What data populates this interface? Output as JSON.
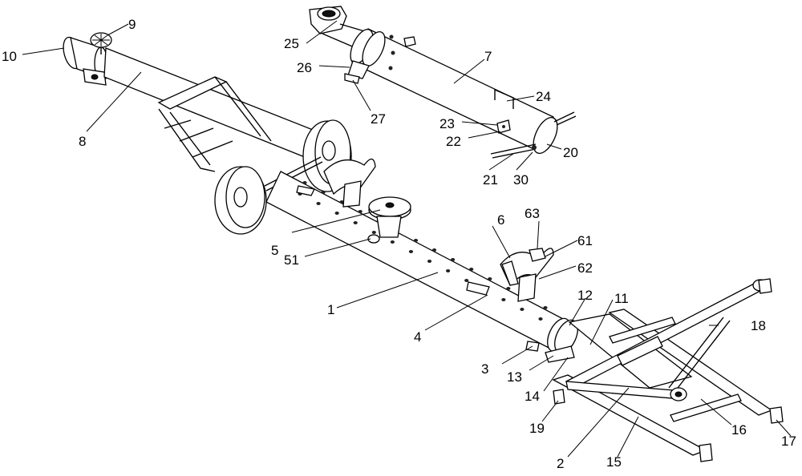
{
  "figure": {
    "kind": "patent mechanical line drawing",
    "callout_labels": [
      {
        "id": "l1",
        "text": "1"
      },
      {
        "id": "l2",
        "text": "2"
      },
      {
        "id": "l3",
        "text": "3"
      },
      {
        "id": "l4",
        "text": "4"
      },
      {
        "id": "l5",
        "text": "5"
      },
      {
        "id": "l51",
        "text": "51"
      },
      {
        "id": "l6",
        "text": "6"
      },
      {
        "id": "l61",
        "text": "61"
      },
      {
        "id": "l62",
        "text": "62"
      },
      {
        "id": "l63",
        "text": "63"
      },
      {
        "id": "l7",
        "text": "7"
      },
      {
        "id": "l8",
        "text": "8"
      },
      {
        "id": "l9",
        "text": "9"
      },
      {
        "id": "l10",
        "text": "10"
      },
      {
        "id": "l11",
        "text": "11"
      },
      {
        "id": "l12",
        "text": "12"
      },
      {
        "id": "l13",
        "text": "13"
      },
      {
        "id": "l14",
        "text": "14"
      },
      {
        "id": "l15",
        "text": "15"
      },
      {
        "id": "l16",
        "text": "16"
      },
      {
        "id": "l17",
        "text": "17"
      },
      {
        "id": "l18",
        "text": "18"
      },
      {
        "id": "l19",
        "text": "19"
      },
      {
        "id": "l20",
        "text": "20"
      },
      {
        "id": "l21",
        "text": "21"
      },
      {
        "id": "l22",
        "text": "22"
      },
      {
        "id": "l23",
        "text": "23"
      },
      {
        "id": "l24",
        "text": "24"
      },
      {
        "id": "l25",
        "text": "25"
      },
      {
        "id": "l26",
        "text": "26"
      },
      {
        "id": "l27",
        "text": "27"
      },
      {
        "id": "l30",
        "text": "30"
      }
    ]
  }
}
